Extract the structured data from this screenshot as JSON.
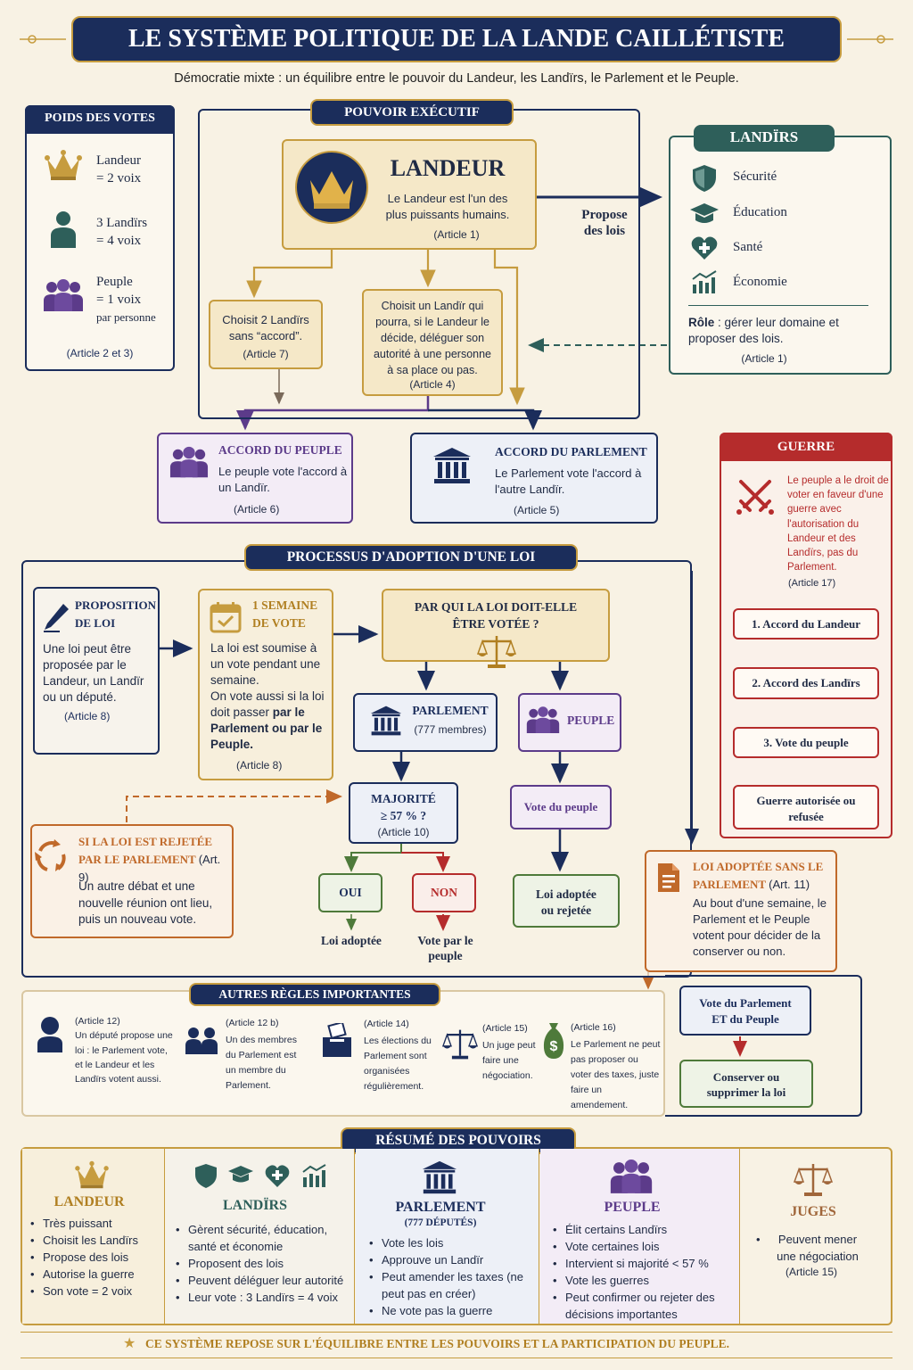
{
  "title": "LE SYSTÈME POLITIQUE DE LA LANDE CAILLÉTISTE",
  "subtitle": "Démocratie mixte : un équilibre entre le pouvoir du Landeur, les Landïrs, le Parlement et le Peuple.",
  "colors": {
    "navy": "#1b2d5b",
    "gold": "#c69c3f",
    "teal": "#2e5f5a",
    "purple": "#5c3b8a",
    "red": "#b52c2c",
    "orange": "#c0692a",
    "green": "#4e7a3a"
  },
  "votes": {
    "header": "POIDS DES VOTES",
    "landeur_l1": "Landeur",
    "landeur_l2": "= 2 voix",
    "landirs_l1": "3 Landïrs",
    "landirs_l2": "= 4 voix",
    "peuple_l1": "Peuple",
    "peuple_l2": "= 1 voix",
    "peuple_l3": "par personne",
    "article": "(Article 2 et 3)"
  },
  "executif": {
    "header": "POUVOIR EXÉCUTIF",
    "landeur_title": "LANDEUR",
    "landeur_desc": "Le Landeur est l'un des plus puissants humains.",
    "landeur_article": "(Article 1)",
    "propose_l1": "Propose",
    "propose_l2": "des lois",
    "choose2": "Choisit 2 Landïrs sans “accord”.",
    "choose2_article": "(Article 7)",
    "choose1": "Choisit un Landïr qui pourra, si le Landeur le décide, déléguer son autorité à une personne à sa place ou pas.",
    "choose1_article": "(Article 4)"
  },
  "landirs": {
    "header": "LANDÏRS",
    "items": [
      "Sécurité",
      "Éducation",
      "Santé",
      "Économie"
    ],
    "role_bold": "Rôle",
    "role": " : gérer leur domaine et proposer des lois.",
    "article": "(Article 1)"
  },
  "accord_peuple": {
    "title": "ACCORD DU PEUPLE",
    "desc": "Le peuple vote l'accord à un Landïr.",
    "article": "(Article 6)"
  },
  "accord_parlement": {
    "title": "ACCORD DU PARLEMENT",
    "desc": "Le Parlement vote l'accord à l'autre Landïr.",
    "article": "(Article 5)"
  },
  "guerre": {
    "header": "GUERRE",
    "desc": "Le peuple a le droit de voter en faveur d'une guerre avec l'autorisation du Landeur et des Landïrs, pas du Parlement.",
    "article": "(Article 17)",
    "steps": [
      "1. Accord du Landeur",
      "2. Accord des Landïrs",
      "3. Vote du peuple",
      "Guerre autorisée ou refusée"
    ]
  },
  "processus": {
    "header": "PROCESSUS D'ADOPTION D'UNE LOI",
    "proposition_title": "PROPOSITION DE LOI",
    "proposition_desc": "Une loi peut être proposée par le Landeur, un Landïr ou un député.",
    "proposition_article": "(Article 8)",
    "semaine_title": "1 SEMAINE DE VOTE",
    "semaine_desc1": "La loi est soumise à un vote pendant une semaine.",
    "semaine_desc2": "On vote aussi si la loi doit passer ",
    "semaine_desc_bold": "par le Parlement ou par le Peuple.",
    "semaine_article": "(Article 8)",
    "qui_title": "PAR QUI LA LOI DOIT-ELLE ÊTRE VOTÉE ?",
    "parlement_title": "PARLEMENT",
    "parlement_sub": "(777 membres)",
    "peuple_title": "PEUPLE",
    "majorite_l1": "MAJORITÉ",
    "majorite_l2": "≥ 57 % ?",
    "majorite_article": "(Article 10)",
    "oui": "OUI",
    "non": "NON",
    "loi_adoptee": "Loi adoptée",
    "vote_par_peuple": "Vote par le peuple",
    "vote_du_peuple": "Vote du peuple",
    "adoptee_rejetee": "Loi adoptée ou rejetée",
    "rejetee_title": "SI LA LOI EST REJETÉE PAR LE PARLEMENT",
    "rejetee_article": "(Art. 9)",
    "rejetee_desc": "Un autre débat et une nouvelle réunion ont lieu, puis un nouveau vote.",
    "sans_title": "LOI ADOPTÉE SANS LE PARLEMENT",
    "sans_article": "(Art. 11)",
    "sans_desc": "Au bout d'une semaine, le Parlement et le Peuple votent pour décider de la conserver ou non.",
    "vote_pp": "Vote du Parlement ET du Peuple",
    "conserver": "Conserver ou supprimer la loi"
  },
  "autres": {
    "header": "AUTRES RÈGLES IMPORTANTES",
    "rules": [
      {
        "article": "(Article 12)",
        "text": "Un député propose une loi : le Parlement vote, et le Landeur et les Landïrs votent aussi."
      },
      {
        "article": "(Article 12 b)",
        "text": "Un des membres du Parlement est un membre du Parlement."
      },
      {
        "article": "(Article 14)",
        "text": "Les élections du Parlement sont organisées régulièrement."
      },
      {
        "article": "(Article 15)",
        "text": "Un juge peut faire une négociation."
      },
      {
        "article": "(Article 16)",
        "text": "Le Parlement ne peut pas proposer ou voter des taxes, juste faire un amendement."
      }
    ]
  },
  "resume": {
    "header": "RÉSUMÉ DES POUVOIRS",
    "landeur": {
      "title": "LANDEUR",
      "items": [
        "Très puissant",
        "Choisit les Landïrs",
        "Propose des lois",
        "Autorise la guerre",
        "Son vote = 2 voix"
      ]
    },
    "landirs": {
      "title": "LANDÏRS",
      "items": [
        "Gèrent sécurité, éducation, santé et économie",
        "Proposent des lois",
        "Peuvent déléguer leur autorité",
        "Leur vote : 3 Landïrs = 4 voix"
      ]
    },
    "parlement": {
      "title": "PARLEMENT",
      "sub": "(777 DÉPUTÉS)",
      "items": [
        "Vote les lois",
        "Approuve un Landïr",
        "Peut amender les taxes (ne peut pas en créer)",
        "Ne vote pas la guerre"
      ]
    },
    "peuple": {
      "title": "PEUPLE",
      "items": [
        "Élit certains Landïrs",
        "Vote certaines lois",
        "Intervient si majorité < 57 %",
        "Vote les guerres",
        "Peut confirmer ou rejeter des décisions importantes"
      ]
    },
    "juges": {
      "title": "JUGES",
      "items": [
        "Peuvent mener une négociation"
      ],
      "article": "(Article 15)"
    }
  },
  "footer": "CE SYSTÈME REPOSE SUR L'ÉQUILIBRE ENTRE LES POUVOIRS ET LA PARTICIPATION DU PEUPLE."
}
